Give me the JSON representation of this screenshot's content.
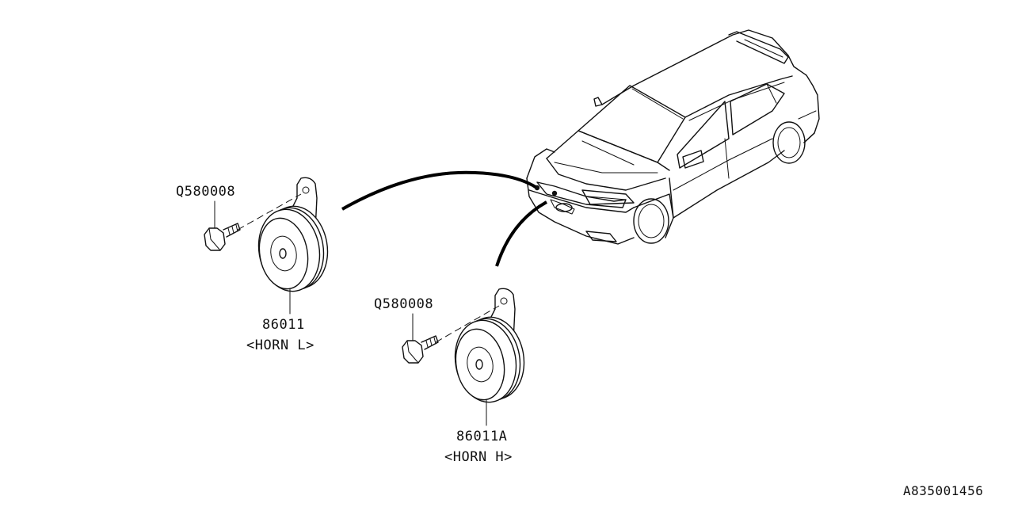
{
  "diagram": {
    "parts": [
      {
        "id": "bolt-left",
        "part_number": "Q580008"
      },
      {
        "id": "horn-left",
        "part_number": "86011",
        "description": "<HORN L>"
      },
      {
        "id": "bolt-right",
        "part_number": "Q580008"
      },
      {
        "id": "horn-right",
        "part_number": "86011A",
        "description": "<HORN H>"
      }
    ],
    "figure_code": "A835001456"
  }
}
